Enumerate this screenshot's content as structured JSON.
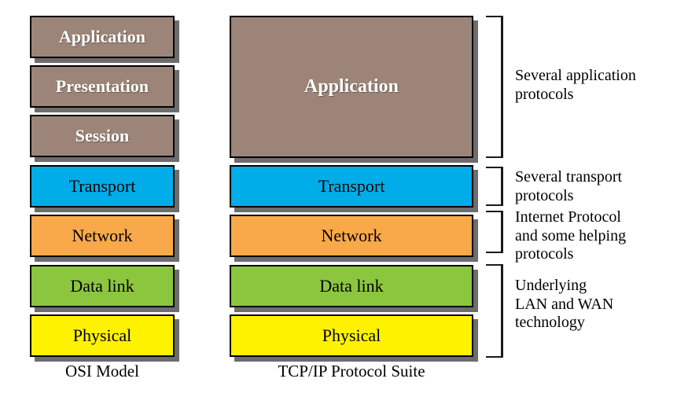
{
  "diagram": {
    "title_hidden": "",
    "colors": {
      "brown": "#9c8578",
      "cyan": "#00ade8",
      "orange": "#f9a94a",
      "green": "#8cc63f",
      "yellow": "#fff200",
      "shadow": "#6d6d6d",
      "outline": "#000000",
      "text_on_brown": "#ffffff",
      "text_on_color": "#000000",
      "background": "#ffffff"
    },
    "osi": {
      "caption": "OSI Model",
      "layers": [
        {
          "label": "Application",
          "tone": "brown"
        },
        {
          "label": "Presentation",
          "tone": "brown"
        },
        {
          "label": "Session",
          "tone": "brown"
        },
        {
          "label": "Transport",
          "tone": "cyan"
        },
        {
          "label": "Network",
          "tone": "orange"
        },
        {
          "label": "Data link",
          "tone": "green"
        },
        {
          "label": "Physical",
          "tone": "yellow"
        }
      ]
    },
    "tcpip": {
      "caption": "TCP/IP Protocol Suite",
      "layers": [
        {
          "label": "Application",
          "tone": "brown"
        },
        {
          "label": "Transport",
          "tone": "cyan"
        },
        {
          "label": "Network",
          "tone": "orange"
        },
        {
          "label": "Data link",
          "tone": "green"
        },
        {
          "label": "Physical",
          "tone": "yellow"
        }
      ]
    },
    "annotations": [
      {
        "line1": "Several application",
        "line2": "protocols",
        "line3": ""
      },
      {
        "line1": "Several transport",
        "line2": "protocols",
        "line3": ""
      },
      {
        "line1": "Internet Protocol",
        "line2": "and some helping",
        "line3": "protocols"
      },
      {
        "line1": "Underlying",
        "line2": "LAN and WAN",
        "line3": "technology"
      }
    ]
  }
}
